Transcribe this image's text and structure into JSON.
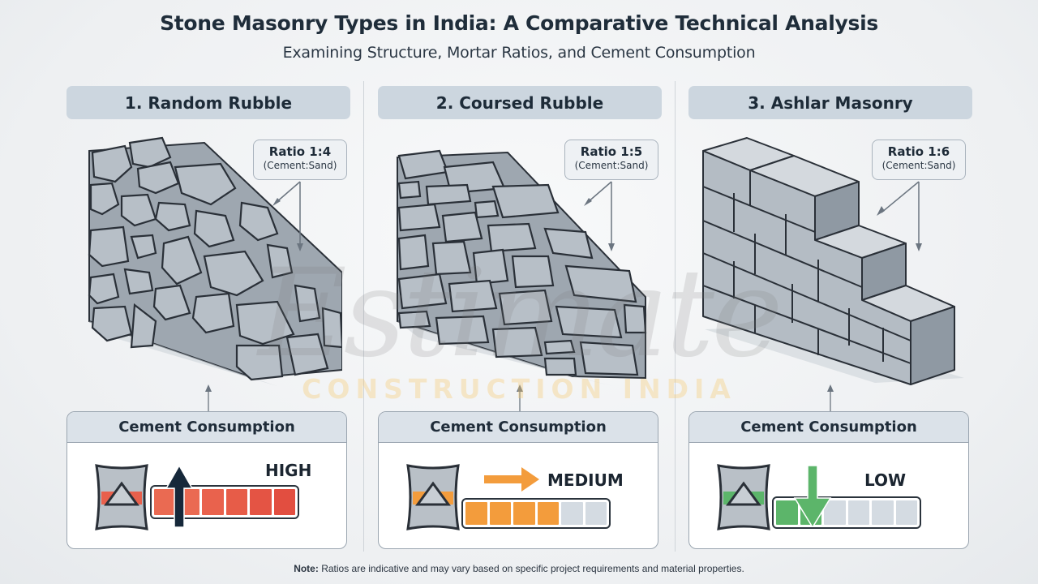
{
  "header": {
    "title": "Stone Masonry Types in India: A Comparative Technical Analysis",
    "subtitle": "Examining Structure, Mortar Ratios, and Cement Consumption"
  },
  "panels": [
    {
      "heading": "1. Random Rubble",
      "ratio_label": "Ratio 1:4",
      "ratio_sub": "(Cement:Sand)",
      "consumption_title": "Cement Consumption",
      "level": "HIGH",
      "level_color": "#e8604c",
      "filled_segments": 6,
      "total_segments": 6,
      "arrow": "up-arrow",
      "arrow_color": "#16283a"
    },
    {
      "heading": "2. Coursed Rubble",
      "ratio_label": "Ratio 1:5",
      "ratio_sub": "(Cement:Sand)",
      "consumption_title": "Cement Consumption",
      "level": "MEDIUM",
      "level_color": "#f39c3c",
      "filled_segments": 4,
      "total_segments": 6,
      "arrow": "right-arrow",
      "arrow_color": "#f39c3c"
    },
    {
      "heading": "3. Ashlar Masonry",
      "ratio_label": "Ratio 1:6",
      "ratio_sub": "(Cement:Sand)",
      "consumption_title": "Cement Consumption",
      "level": "LOW",
      "level_color": "#5cb56a",
      "filled_segments": 2,
      "total_segments": 6,
      "arrow": "down-arrow",
      "arrow_color": "#5cb56a"
    }
  ],
  "footer": {
    "note_label": "Note:",
    "note_text": " Ratios are indicative and may vary based on specific project requirements and material properties."
  },
  "watermark": {
    "script": "Estimate",
    "caption": "CONSTRUCTION INDIA"
  },
  "colors": {
    "empty_segment": "#d4dbe2",
    "panel_header_bg": "#ccd6df",
    "stone": "#b4bcc4",
    "stone_dark": "#8a949e",
    "outline": "#2a3038"
  }
}
